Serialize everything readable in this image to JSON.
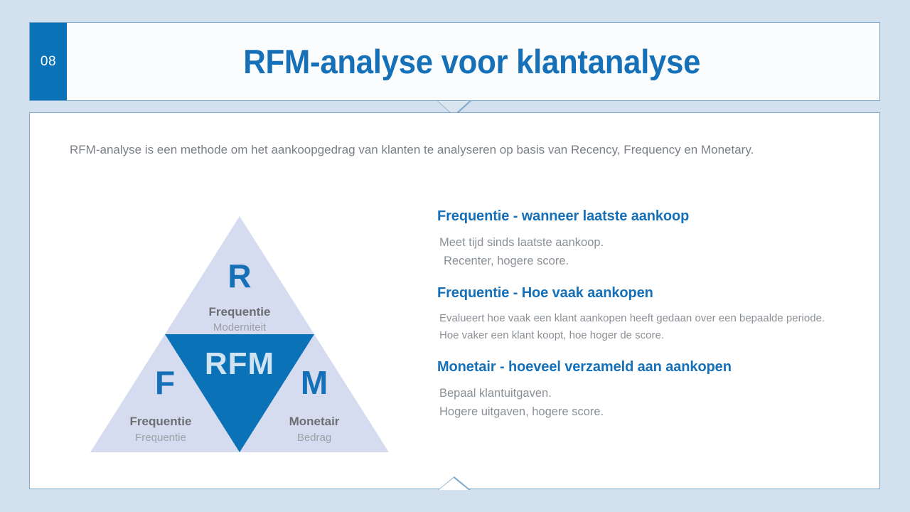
{
  "header": {
    "slide_number": "08",
    "title": "RFM-analyse voor klantanalyse"
  },
  "intro": {
    "text": "RFM-analyse is een methode om het aankoopgedrag van klanten te analyseren op basis van Recency, Frequency en Monetary."
  },
  "diagram": {
    "center_label": "RFM",
    "segments": [
      {
        "letter": "R",
        "label": "Frequentie",
        "sub": "Moderniteit"
      },
      {
        "letter": "F",
        "label": "Frequentie",
        "sub": "Frequentie"
      },
      {
        "letter": "M",
        "label": "Monetair",
        "sub": "Bedrag"
      }
    ]
  },
  "blocks": [
    {
      "heading": "Frequentie - wanneer laatste aankoop",
      "line1": "Meet tijd sinds laatste aankoop.",
      "line2": "Recenter, hogere score."
    },
    {
      "heading": "Frequentie - Hoe vaak aankopen",
      "line1": "Evalueert hoe vaak een klant aankopen heeft gedaan over een bepaalde periode.",
      "line2": "Hoe vaker een klant koopt, hoe hoger de score."
    },
    {
      "heading": "Monetair - hoeveel verzameld aan aankopen",
      "line1": "Bepaal klantuitgaven.",
      "line2": "Hogere uitgaven, hogere score."
    }
  ],
  "colors": {
    "brand_blue": "#0c72b8",
    "title_blue": "#1570b8",
    "page_background": "#d3e0ed",
    "triangle_fill": "#d6dcf0",
    "panel_border": "#7fa8cd"
  }
}
